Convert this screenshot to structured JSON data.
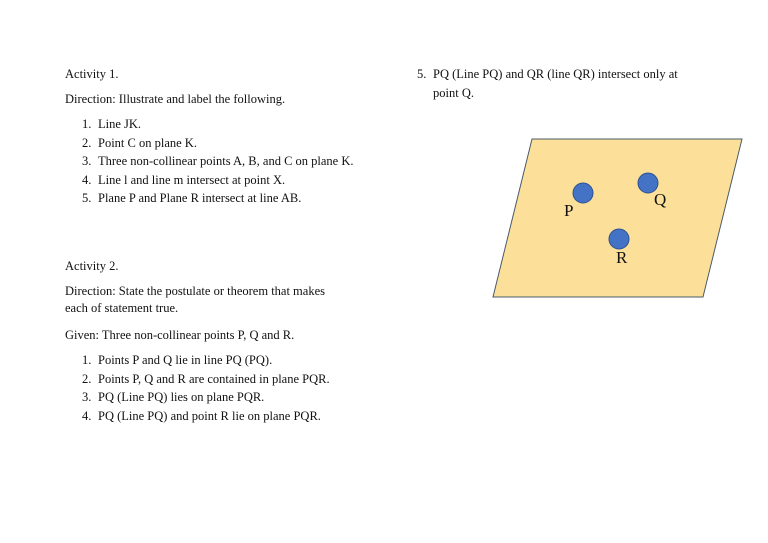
{
  "activity1": {
    "title": "Activity 1.",
    "direction": "Direction: Illustrate and label the following.",
    "items": [
      {
        "num": "1.",
        "text": "Line JK."
      },
      {
        "num": "2.",
        "text": "Point C on plane K."
      },
      {
        "num": "3.",
        "text": "Three non-collinear points A, B, and C on plane K."
      },
      {
        "num": "4.",
        "text": "Line l and line m intersect at point X."
      },
      {
        "num": "5.",
        "text": "Plane P and Plane R intersect at line AB."
      }
    ]
  },
  "activity2": {
    "title": "Activity 2.",
    "direction": "Direction: State the postulate or theorem that makes each of statement true.",
    "given": "Given: Three non-collinear points P, Q and R.",
    "items": [
      {
        "num": "1.",
        "text": "Points P and Q lie in line PQ (PQ)."
      },
      {
        "num": "2.",
        "text": "Points P, Q and R are contained in plane PQR."
      },
      {
        "num": "3.",
        "text": "PQ (Line PQ) lies on plane PQR."
      },
      {
        "num": "4.",
        "text": "PQ (Line PQ) and point R lie on plane PQR."
      },
      {
        "num": "5.",
        "text": "PQ (Line PQ) and QR (line QR) intersect only at point Q."
      }
    ]
  },
  "diagram": {
    "plane_color": "#fce09a",
    "plane_stroke": "#4a5a6a",
    "point_color": "#4472c4",
    "point_stroke": "#2f528f",
    "labels": {
      "p": "P",
      "q": "Q",
      "r": "R"
    }
  }
}
